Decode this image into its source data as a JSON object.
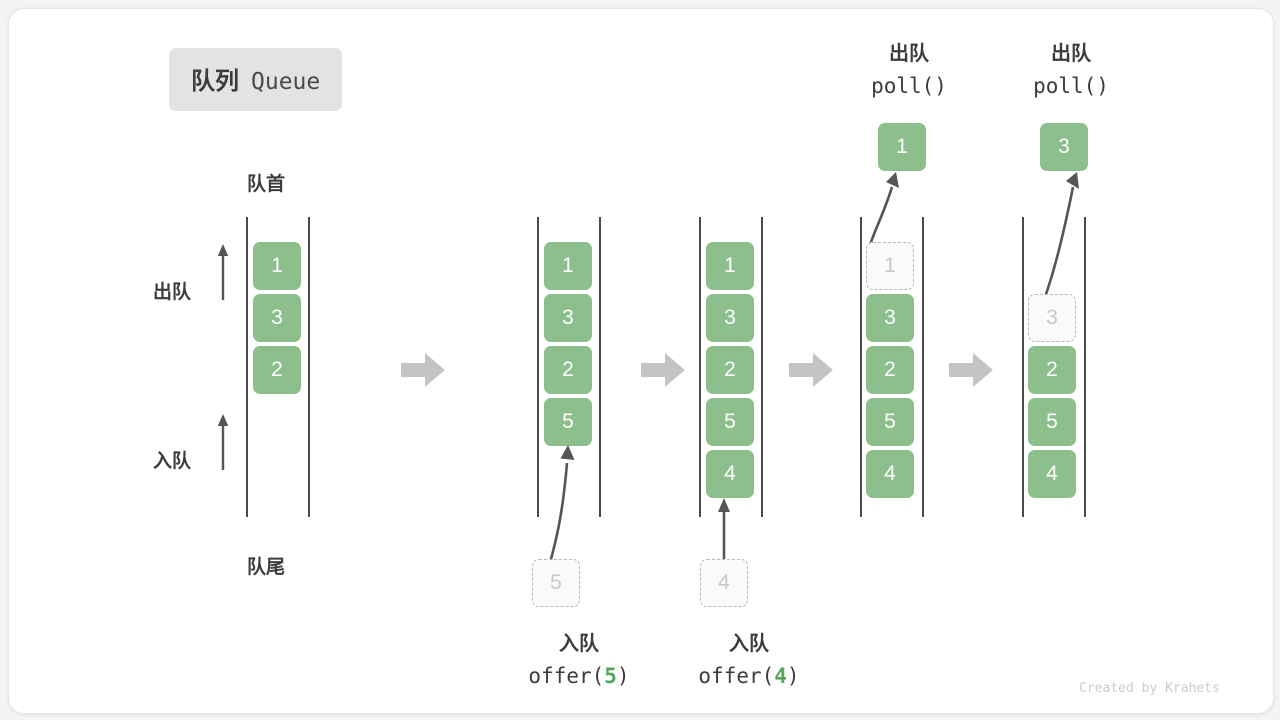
{
  "title": {
    "cn": "队列",
    "en": "Queue"
  },
  "labels": {
    "head": "队首",
    "tail": "队尾",
    "dequeue": "出队",
    "enqueue": "入队"
  },
  "credit": "Created by Krahets",
  "colors": {
    "element_fill": "#8cbf8c",
    "element_text": "#ffffff",
    "ghost_border": "#b8b8b8",
    "ghost_text": "#c8c8c8",
    "rail": "#4a4a4a",
    "flow_arrow": "#c4c4c4",
    "accent_number": "#56a55c",
    "badge_bg": "#e3e3e3"
  },
  "operations": {
    "offer5": {
      "cn": "入队",
      "call_prefix": "offer(",
      "call_arg": "5",
      "call_suffix": ")"
    },
    "offer4": {
      "cn": "入队",
      "call_prefix": "offer(",
      "call_arg": "4",
      "call_suffix": ")"
    },
    "poll1": {
      "cn": "出队",
      "call": "poll()"
    },
    "poll2": {
      "cn": "出队",
      "call": "poll()"
    }
  },
  "stages": [
    {
      "name": "initial",
      "cells": [
        {
          "value": "1",
          "state": "filled"
        },
        {
          "value": "3",
          "state": "filled"
        },
        {
          "value": "2",
          "state": "filled"
        }
      ]
    },
    {
      "name": "after-offer-5",
      "cells": [
        {
          "value": "1",
          "state": "filled"
        },
        {
          "value": "3",
          "state": "filled"
        },
        {
          "value": "2",
          "state": "filled"
        },
        {
          "value": "5",
          "state": "filled"
        }
      ],
      "incoming": {
        "value": "5",
        "state": "ghost"
      }
    },
    {
      "name": "after-offer-4",
      "cells": [
        {
          "value": "1",
          "state": "filled"
        },
        {
          "value": "3",
          "state": "filled"
        },
        {
          "value": "2",
          "state": "filled"
        },
        {
          "value": "5",
          "state": "filled"
        },
        {
          "value": "4",
          "state": "filled"
        }
      ],
      "incoming": {
        "value": "4",
        "state": "ghost"
      }
    },
    {
      "name": "after-poll-1",
      "cells": [
        {
          "value": "1",
          "state": "ghost"
        },
        {
          "value": "3",
          "state": "filled"
        },
        {
          "value": "2",
          "state": "filled"
        },
        {
          "value": "5",
          "state": "filled"
        },
        {
          "value": "4",
          "state": "filled"
        }
      ],
      "outgoing": {
        "value": "1",
        "state": "filled"
      }
    },
    {
      "name": "after-poll-3",
      "cells": [
        {
          "value": "",
          "state": "empty"
        },
        {
          "value": "3",
          "state": "ghost"
        },
        {
          "value": "2",
          "state": "filled"
        },
        {
          "value": "5",
          "state": "filled"
        },
        {
          "value": "4",
          "state": "filled"
        }
      ],
      "outgoing": {
        "value": "3",
        "state": "filled"
      }
    }
  ]
}
